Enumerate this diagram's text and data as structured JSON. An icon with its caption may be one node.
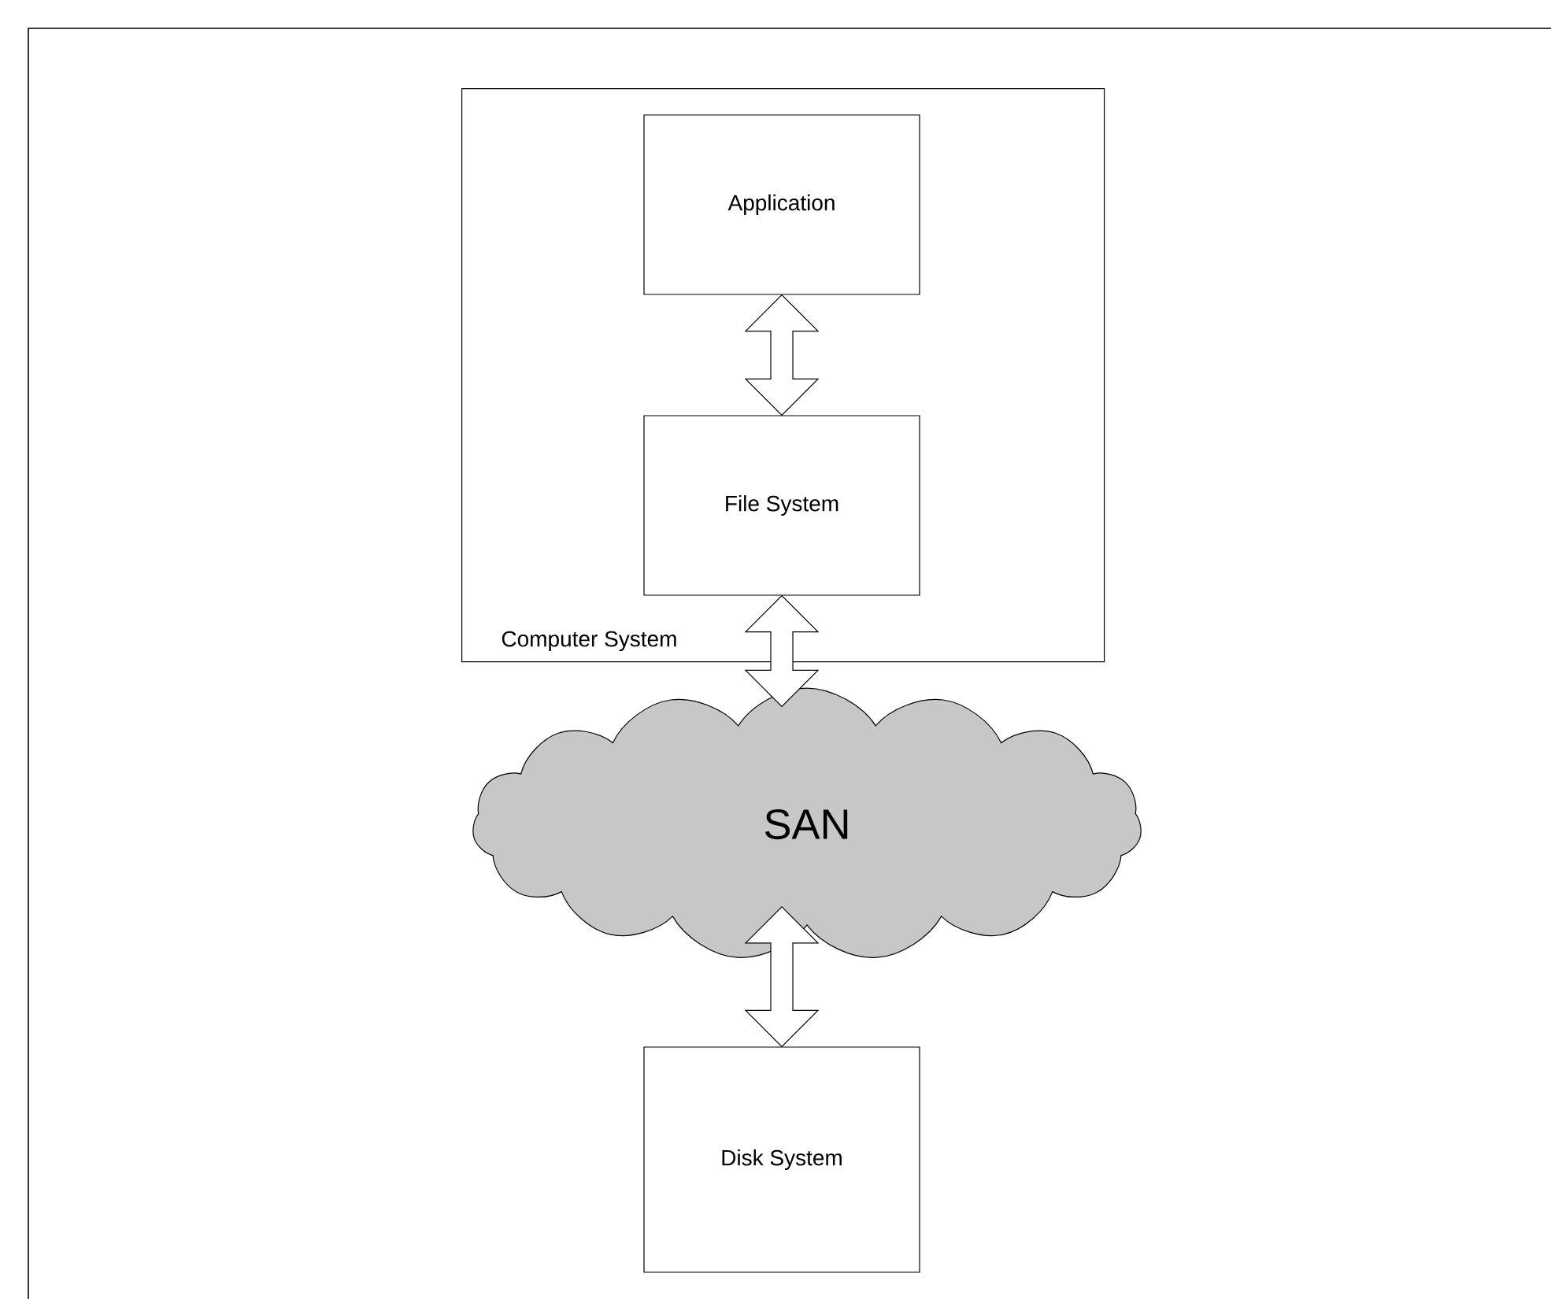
{
  "diagram": {
    "nodes": [
      {
        "text": [
          "Computer System"
        ]
      },
      {
        "text": [
          "Application"
        ],
        "in": 0
      },
      {
        "text": [
          "File System"
        ],
        "in": 0
      },
      {
        "text": [
          "SAN"
        ]
      },
      {
        "text": [
          "Disk System"
        ]
      }
    ],
    "edges": [
      {
        "from": 1,
        "to": 2,
        "arrow": "both"
      },
      {
        "from": 2,
        "to": 3,
        "arrow": "both"
      },
      {
        "from": 3,
        "to": 4,
        "arrow": "both"
      }
    ]
  }
}
